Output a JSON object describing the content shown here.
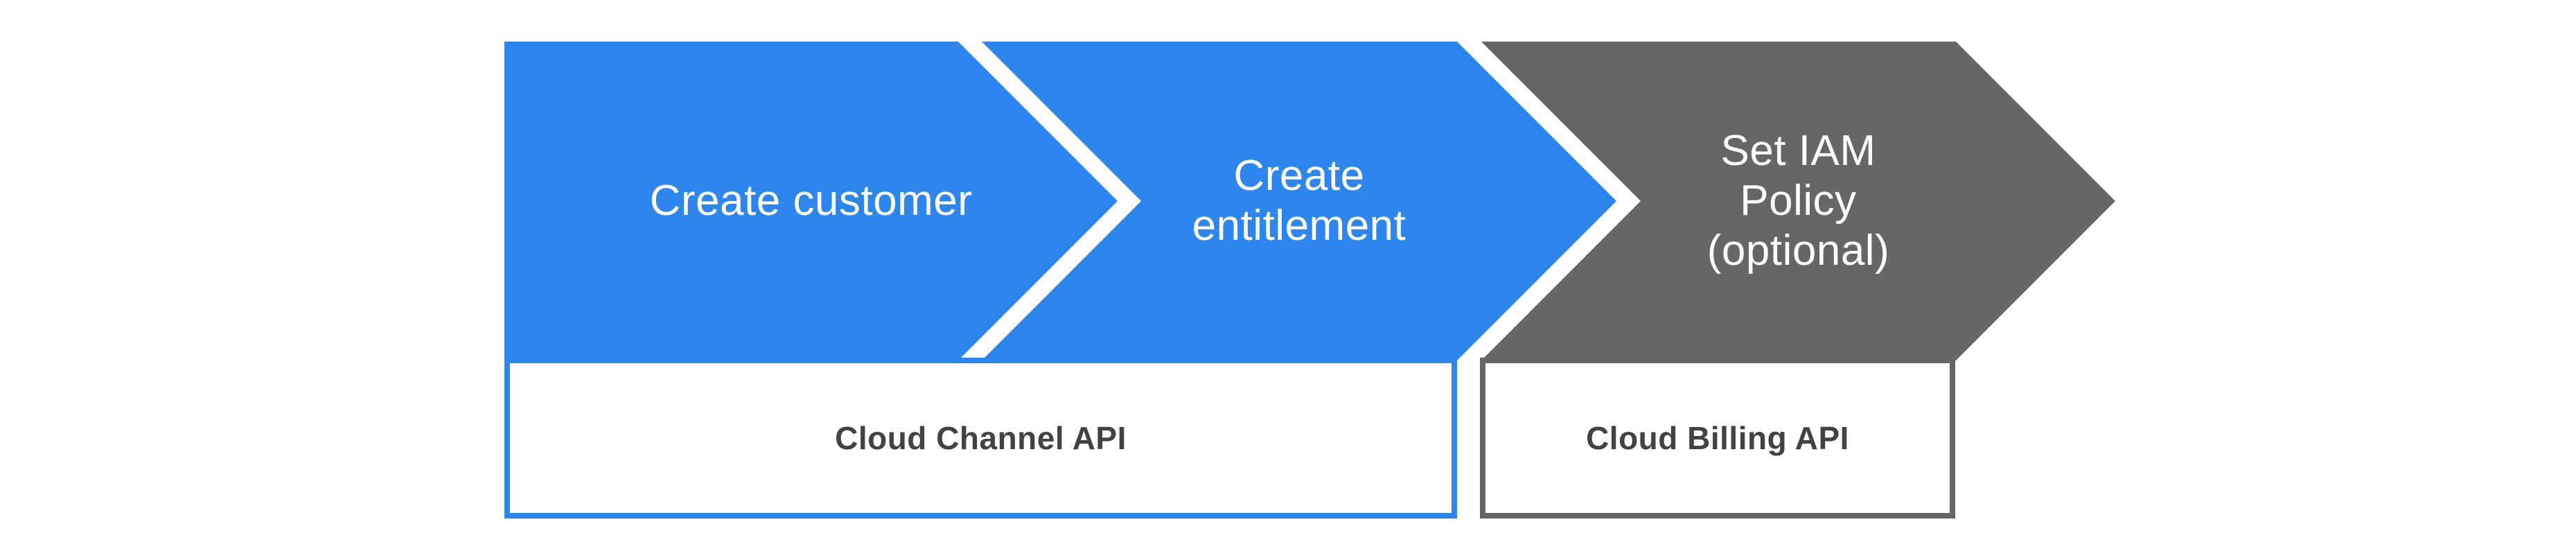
{
  "flow": {
    "steps": [
      {
        "name": "create-customer",
        "label": "Create customer",
        "lines": [
          "Create customer"
        ],
        "fill_color": "#2d86ee",
        "text_color": "#ffffff"
      },
      {
        "name": "create-entitlement",
        "label": "Create entitlement",
        "lines": [
          "Create",
          "entitlement"
        ],
        "fill_color": "#2d86ee",
        "text_color": "#ffffff"
      },
      {
        "name": "set-iam-policy",
        "label": "Set IAM Policy (optional)",
        "lines": [
          "Set IAM",
          "Policy",
          "(optional)"
        ],
        "fill_color": "#666666",
        "text_color": "#ffffff"
      }
    ],
    "api_boxes": [
      {
        "name": "cloud-channel-api",
        "label": "Cloud Channel API",
        "border_color": "#2d86ee",
        "text_color": "#424242"
      },
      {
        "name": "cloud-billing-api",
        "label": "Cloud Billing API",
        "border_color": "#666666",
        "text_color": "#424242"
      }
    ]
  }
}
